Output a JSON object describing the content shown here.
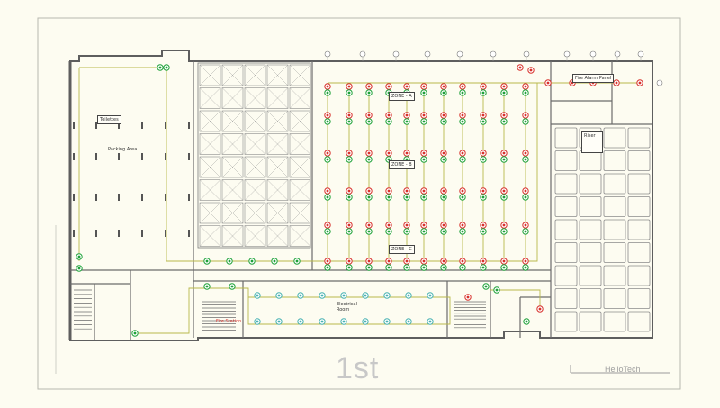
{
  "floor_label": "1st",
  "company": "HelloTech",
  "rooms": {
    "office_small": "Toilettes",
    "office_large": "Packing Area",
    "control": "Fire Alarm Panel",
    "electrical": "Electrical Room",
    "zone_a": "ZONE - A",
    "zone_b": "ZONE - B",
    "zone_c": "ZONE - C",
    "stair_box": "Fire Station",
    "legend_box": "Riser"
  },
  "colors": {
    "background": "#fdfcf1",
    "walls": "#6b6b6b",
    "wiring": "#b9b84a",
    "device_red": "#d8322d",
    "device_green": "#1fa23a",
    "device_cyan": "#4ab3b3"
  }
}
